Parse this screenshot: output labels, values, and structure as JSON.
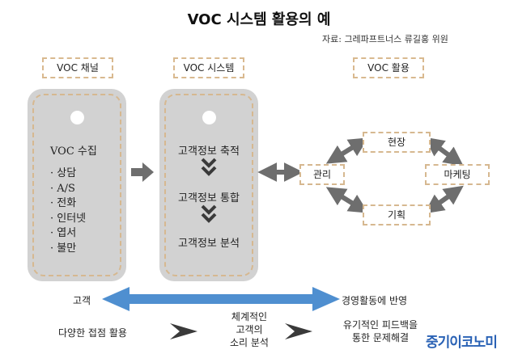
{
  "title": "VOC 시스템 활용의 예",
  "source": "자료: 그레파프트너스 류길홍 위원",
  "headers": {
    "channel": "VOC 채널",
    "system": "VOC 시스템",
    "usage": "VOC 활용"
  },
  "channel_panel": {
    "heading": "VOC 수집",
    "items": [
      "· 상담",
      "· A/S",
      "· 전화",
      "· 인터넷",
      "· 엽서",
      "· 불만"
    ]
  },
  "system_panel": {
    "steps": [
      "고객정보 축적",
      "고객정보 통합",
      "고객정보 분석"
    ]
  },
  "usage_nodes": {
    "top": "현장",
    "left": "관리",
    "right": "마케팅",
    "bottom": "기획"
  },
  "bottom_arrow": {
    "left_label": "고객",
    "right_label": "경영활동에 반영"
  },
  "footer": {
    "col1": "다양한 접점 활용",
    "col2": [
      "체계적인",
      "고객의",
      "소리 분석"
    ],
    "col3": [
      "유기적인 피드백을",
      "통한 문제해결"
    ]
  },
  "logo": "중기이코노미",
  "colors": {
    "panel_gray": "#d2d2d2",
    "dash_border": "#d6b890",
    "bottom_arrow": "#4f8fd0",
    "arrow_gray": "#6e6e6e"
  }
}
